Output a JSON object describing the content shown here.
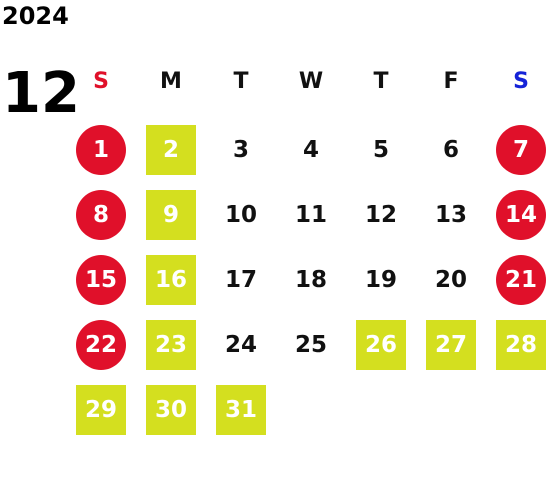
{
  "calendar": {
    "year": "2024",
    "month": "12",
    "weekdays": [
      {
        "label": "S",
        "color": "#e0102a"
      },
      {
        "label": "M",
        "color": "#111111"
      },
      {
        "label": "T",
        "color": "#111111"
      },
      {
        "label": "W",
        "color": "#111111"
      },
      {
        "label": "T",
        "color": "#111111"
      },
      {
        "label": "F",
        "color": "#111111"
      },
      {
        "label": "S",
        "color": "#1523d8"
      }
    ],
    "first_weekday_index": 0,
    "days": [
      {
        "day": "1",
        "style": "red"
      },
      {
        "day": "2",
        "style": "yellow"
      },
      {
        "day": "3",
        "style": "plain"
      },
      {
        "day": "4",
        "style": "plain"
      },
      {
        "day": "5",
        "style": "plain"
      },
      {
        "day": "6",
        "style": "plain"
      },
      {
        "day": "7",
        "style": "red"
      },
      {
        "day": "8",
        "style": "red"
      },
      {
        "day": "9",
        "style": "yellow"
      },
      {
        "day": "10",
        "style": "plain"
      },
      {
        "day": "11",
        "style": "plain"
      },
      {
        "day": "12",
        "style": "plain"
      },
      {
        "day": "13",
        "style": "plain"
      },
      {
        "day": "14",
        "style": "red"
      },
      {
        "day": "15",
        "style": "red"
      },
      {
        "day": "16",
        "style": "yellow"
      },
      {
        "day": "17",
        "style": "plain"
      },
      {
        "day": "18",
        "style": "plain"
      },
      {
        "day": "19",
        "style": "plain"
      },
      {
        "day": "20",
        "style": "plain"
      },
      {
        "day": "21",
        "style": "red"
      },
      {
        "day": "22",
        "style": "red"
      },
      {
        "day": "23",
        "style": "yellow"
      },
      {
        "day": "24",
        "style": "plain"
      },
      {
        "day": "25",
        "style": "plain"
      },
      {
        "day": "26",
        "style": "yellow"
      },
      {
        "day": "27",
        "style": "yellow"
      },
      {
        "day": "28",
        "style": "yellow"
      },
      {
        "day": "29",
        "style": "yellow"
      },
      {
        "day": "30",
        "style": "yellow"
      },
      {
        "day": "31",
        "style": "yellow"
      }
    ],
    "colors": {
      "holiday_red": "#e0102a",
      "highlight_yellow": "#d4df1f",
      "sunday_header": "#e0102a",
      "saturday_header": "#1523d8"
    }
  }
}
